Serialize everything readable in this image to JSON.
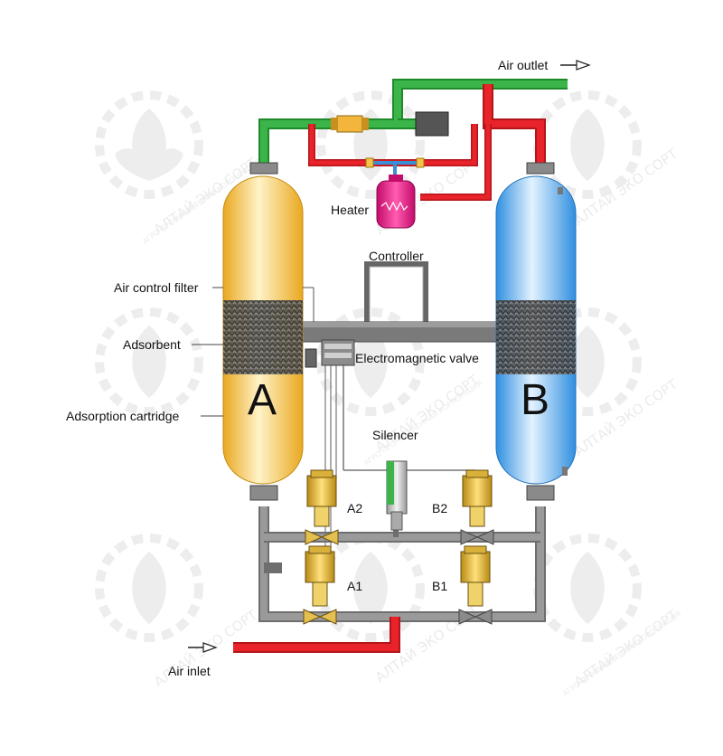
{
  "labels": {
    "air_outlet": "Air outlet",
    "heater": "Heater",
    "controller": "Controller",
    "air_control_filter": "Air control filter",
    "adsorbent": "Adsorbent",
    "electromagnetic_valve": "Electromagnetic valve",
    "adsorption_cartridge": "Adsorption cartridge",
    "silencer": "Silencer",
    "air_inlet": "Air inlet",
    "tower_a": "A",
    "tower_b": "B",
    "valve_a2": "A2",
    "valve_b2": "B2",
    "valve_a1": "A1",
    "valve_b1": "B1"
  },
  "watermark": {
    "line1": "АЛТАЙ ЭКО СОРТ",
    "line2": "АГРО ПРОМЫШЛЕННАЯ КОРПОРАЦИЯ"
  },
  "colors": {
    "pipe_green": "#3bb54a",
    "pipe_red": "#e8232a",
    "pipe_grey": "#8a8a8a",
    "tower_a": "#f5c24a",
    "tower_b": "#4da3e8",
    "heater": "#e0167e",
    "valve_gold": "#d9b13a"
  }
}
